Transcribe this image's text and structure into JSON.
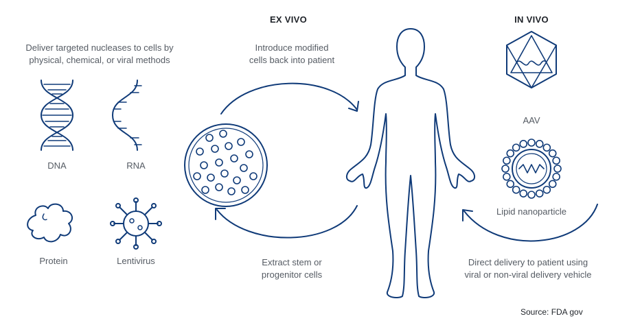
{
  "left": {
    "intro": "Deliver targeted nucleases to cells by\nphysical, chemical, or viral methods",
    "dna_label": "DNA",
    "rna_label": "RNA",
    "protein_label": "Protein",
    "lentivirus_label": "Lentivirus"
  },
  "ex_vivo": {
    "heading": "EX VIVO",
    "introduce_text": "Introduce modified\ncells back into patient",
    "extract_text": "Extract stem or\nprogenitor cells"
  },
  "in_vivo": {
    "heading": "IN VIVO",
    "aav_label": "AAV",
    "lipid_label": "Lipid nanoparticle",
    "direct_text": "Direct delivery to patient using\nviral or non-viral delivery vehicle"
  },
  "source": "Source: FDA gov",
  "colors": {
    "stroke": "#0f3a78",
    "text": "#555b63",
    "heading": "#1f2329"
  }
}
